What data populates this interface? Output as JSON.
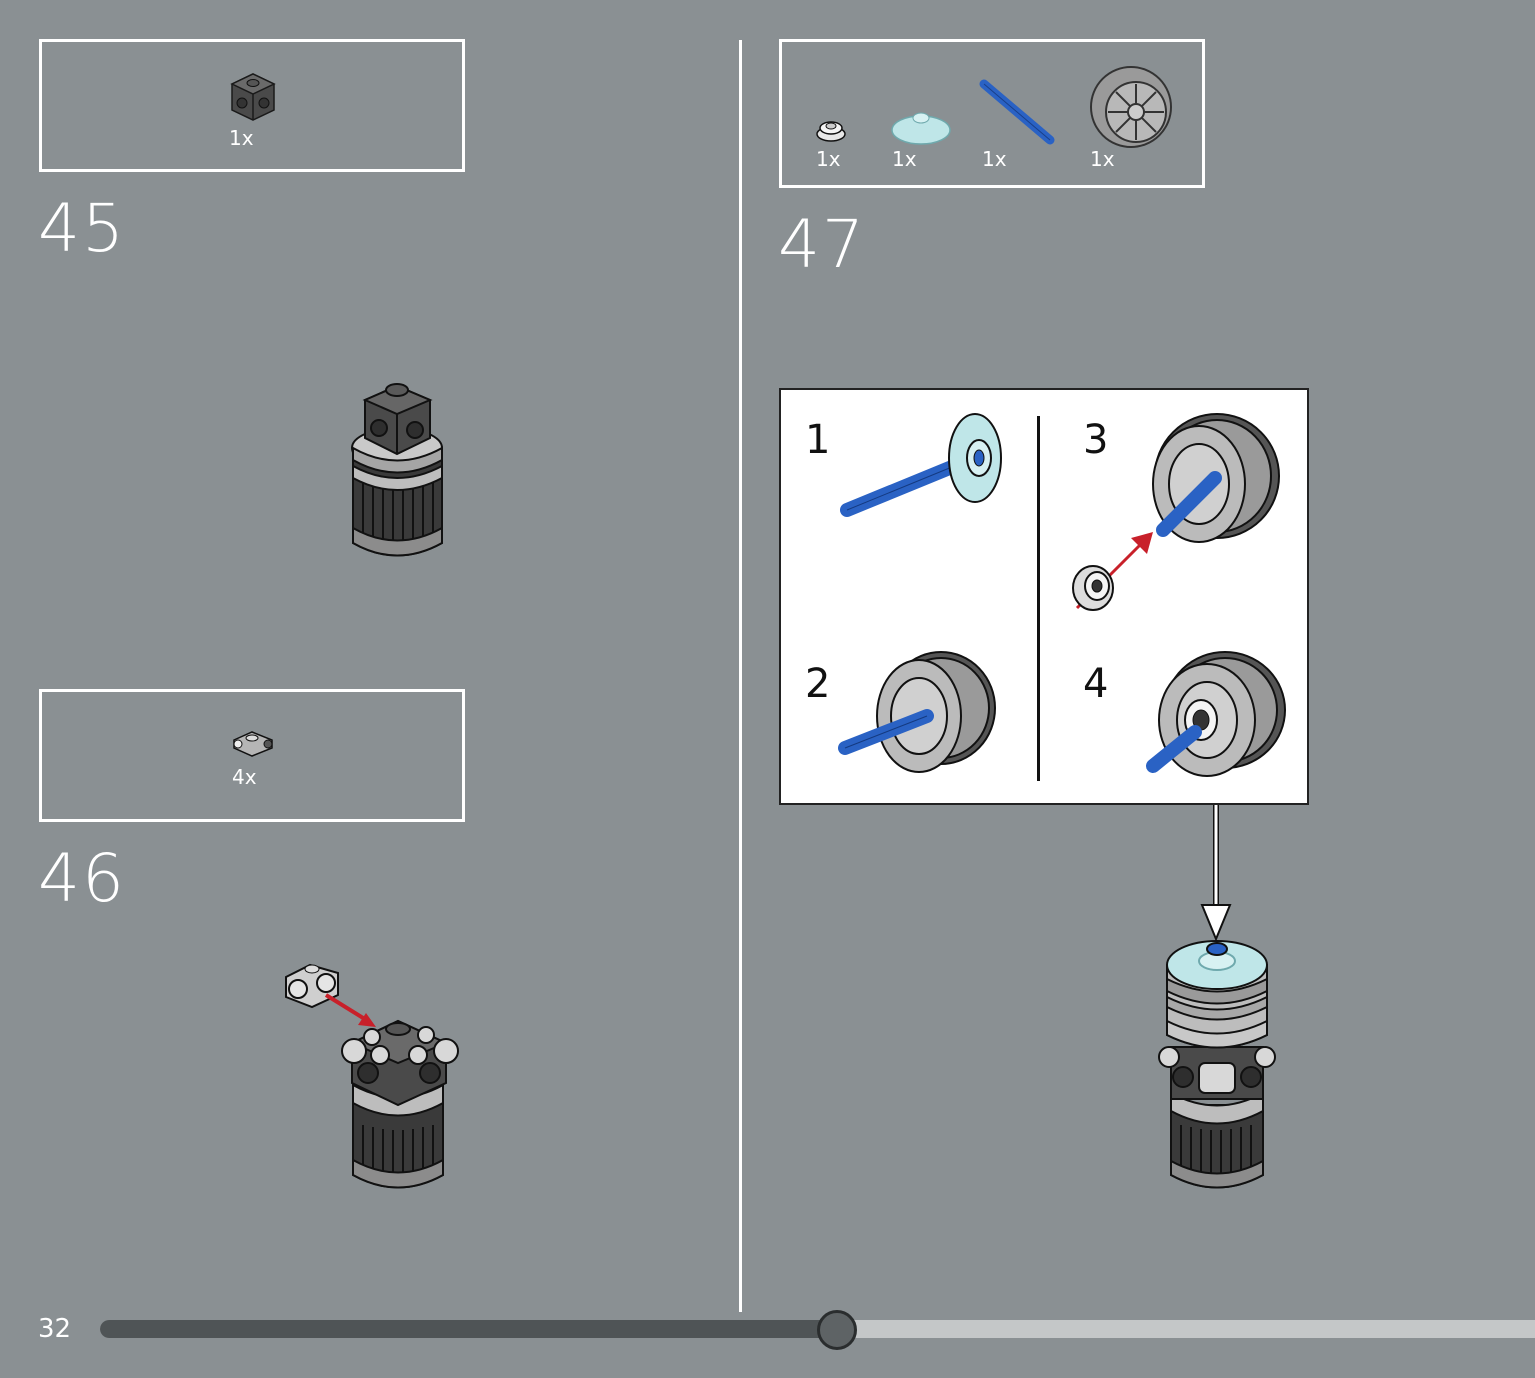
{
  "page_number": "32",
  "progress": {
    "fraction": 0.513
  },
  "steps": [
    {
      "number": "45",
      "parts": [
        {
          "qty": "1x",
          "icon": "dark-gray-brick-with-studs-icon"
        }
      ]
    },
    {
      "number": "46",
      "parts": [
        {
          "qty": "4x",
          "icon": "light-gray-clip-plate-icon"
        }
      ]
    },
    {
      "number": "47",
      "parts": [
        {
          "qty": "1x",
          "icon": "white-round-plate-icon"
        },
        {
          "qty": "1x",
          "icon": "trans-light-blue-dish-icon"
        },
        {
          "qty": "1x",
          "icon": "blue-axle-icon"
        },
        {
          "qty": "1x",
          "icon": "gray-wheel-rim-icon"
        }
      ],
      "substeps": [
        "1",
        "2",
        "3",
        "4"
      ]
    }
  ],
  "colors": {
    "background": "#8a9093",
    "axle_blue": "#2a62c4",
    "arrow_red": "#c8202a",
    "trans_light_blue": "#bfe6e8",
    "part_gray": "#9a9a9a",
    "part_dark": "#4a4a4a"
  }
}
